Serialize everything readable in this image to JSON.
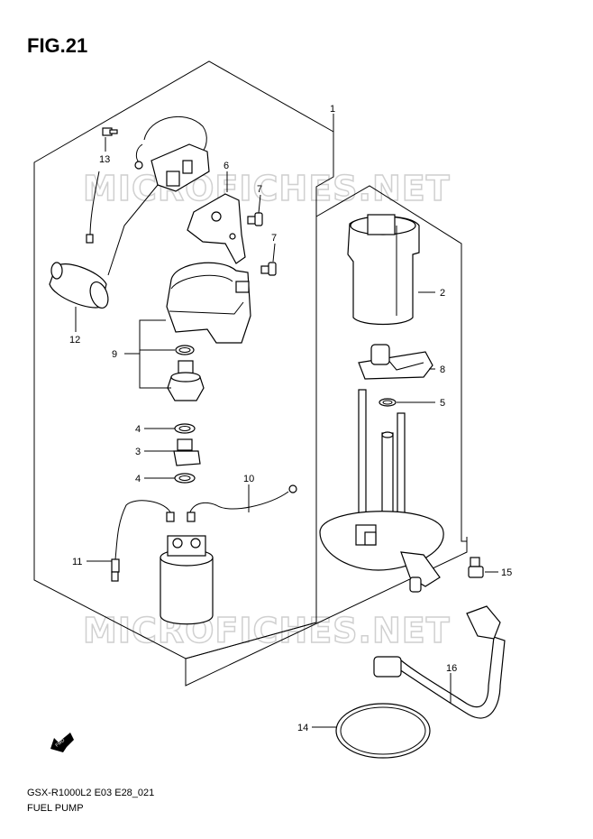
{
  "figure": {
    "title": "FIG.21",
    "code": "GSX-R1000L2 E03 E28_021",
    "name": "FUEL PUMP"
  },
  "watermark": {
    "text": "MICROFICHES.NET"
  },
  "direction_marker": {
    "label": "FWD"
  },
  "callouts": [
    {
      "id": "1",
      "label": "1"
    },
    {
      "id": "2",
      "label": "2"
    },
    {
      "id": "3",
      "label": "3"
    },
    {
      "id": "4a",
      "label": "4"
    },
    {
      "id": "4b",
      "label": "4"
    },
    {
      "id": "5",
      "label": "5"
    },
    {
      "id": "6",
      "label": "6"
    },
    {
      "id": "7a",
      "label": "7"
    },
    {
      "id": "7b",
      "label": "7"
    },
    {
      "id": "8",
      "label": "8"
    },
    {
      "id": "9",
      "label": "9"
    },
    {
      "id": "10",
      "label": "10"
    },
    {
      "id": "11",
      "label": "11"
    },
    {
      "id": "12",
      "label": "12"
    },
    {
      "id": "13",
      "label": "13"
    },
    {
      "id": "14",
      "label": "14"
    },
    {
      "id": "15",
      "label": "15"
    },
    {
      "id": "16",
      "label": "16"
    }
  ]
}
